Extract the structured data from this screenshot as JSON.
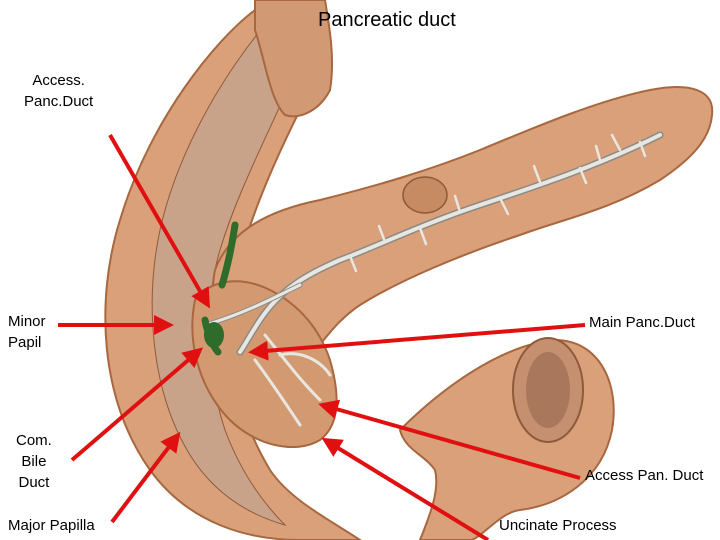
{
  "title": "Pancreatic duct",
  "labels": {
    "access_panc_duct": "Access.\nPanc.Duct",
    "minor_papil": "Minor\nPapil",
    "com_bile_duct": "Com.\nBile\nDuct",
    "major_papilla": "Major Papilla",
    "main_panc_duct": "Main Panc.Duct",
    "access_pan_duct": "Access Pan. Duct",
    "uncinate_process": "Uncinate Process"
  },
  "colors": {
    "arrow": "#e01010",
    "tissue": "#d9a07a",
    "tissue_dark": "#a8673f",
    "duodenum_mucosa": "#c9a28a",
    "duct": "#e8e6e0",
    "duct_outline": "#8c8a84",
    "bile": "#2f6b2a"
  }
}
